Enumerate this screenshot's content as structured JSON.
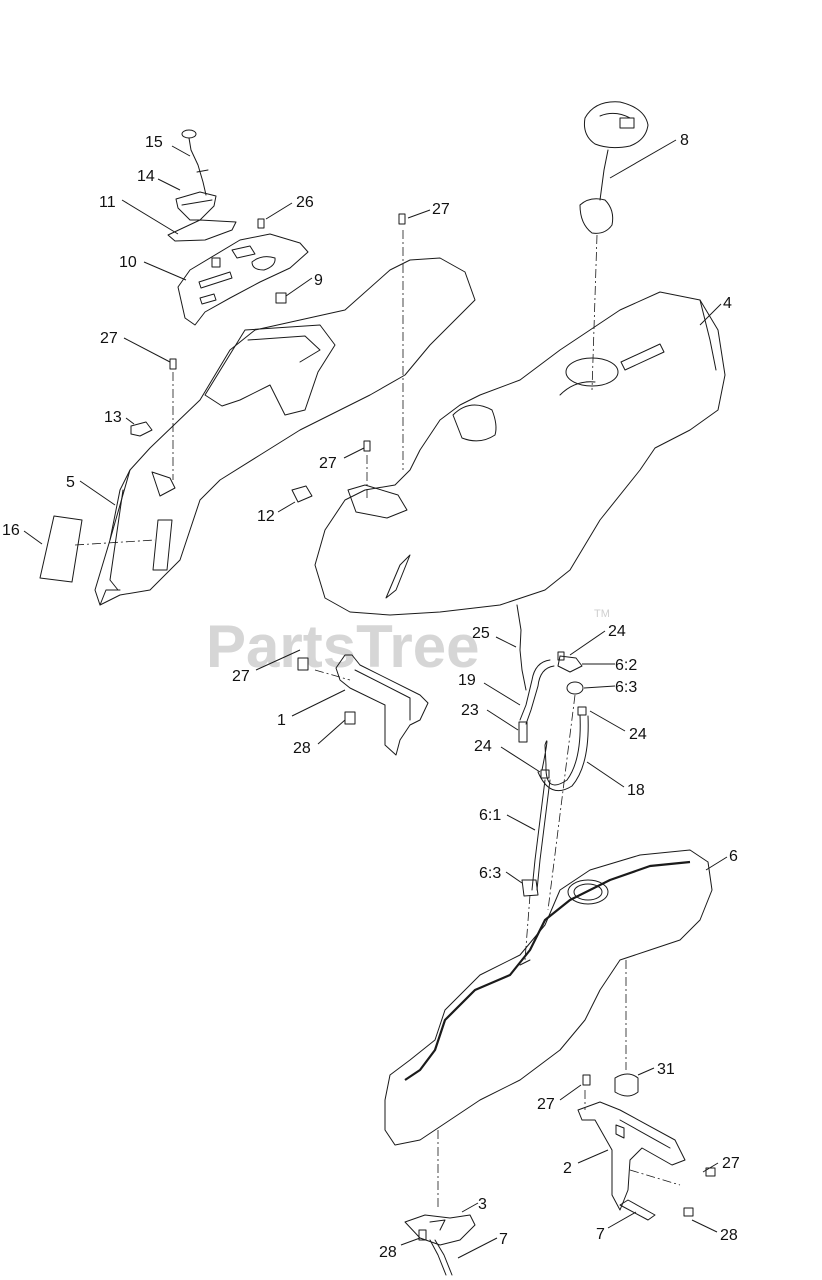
{
  "watermark": {
    "text": "PartsTree",
    "trademark": "TM"
  },
  "callouts": [
    {
      "id": "c15",
      "label": "15"
    },
    {
      "id": "c14",
      "label": "14"
    },
    {
      "id": "c11",
      "label": "11"
    },
    {
      "id": "c26",
      "label": "26"
    },
    {
      "id": "c10",
      "label": "10"
    },
    {
      "id": "c9",
      "label": "9"
    },
    {
      "id": "c27a",
      "label": "27"
    },
    {
      "id": "c27b",
      "label": "27"
    },
    {
      "id": "c8",
      "label": "8"
    },
    {
      "id": "c4",
      "label": "4"
    },
    {
      "id": "c13",
      "label": "13"
    },
    {
      "id": "c27c",
      "label": "27"
    },
    {
      "id": "c5",
      "label": "5"
    },
    {
      "id": "c16",
      "label": "16"
    },
    {
      "id": "c12",
      "label": "12"
    },
    {
      "id": "c27d",
      "label": "27"
    },
    {
      "id": "c1",
      "label": "1"
    },
    {
      "id": "c28a",
      "label": "28"
    },
    {
      "id": "c25",
      "label": "25"
    },
    {
      "id": "c24a",
      "label": "24"
    },
    {
      "id": "c62",
      "label": "6:2"
    },
    {
      "id": "c19",
      "label": "19"
    },
    {
      "id": "c63a",
      "label": "6:3"
    },
    {
      "id": "c23",
      "label": "23"
    },
    {
      "id": "c24b",
      "label": "24"
    },
    {
      "id": "c24c",
      "label": "24"
    },
    {
      "id": "c18",
      "label": "18"
    },
    {
      "id": "c61",
      "label": "6:1"
    },
    {
      "id": "c63b",
      "label": "6:3"
    },
    {
      "id": "c6",
      "label": "6"
    },
    {
      "id": "c31",
      "label": "31"
    },
    {
      "id": "c27e",
      "label": "27"
    },
    {
      "id": "c2",
      "label": "2"
    },
    {
      "id": "c27f",
      "label": "27"
    },
    {
      "id": "c3",
      "label": "3"
    },
    {
      "id": "c7a",
      "label": "7"
    },
    {
      "id": "c28b",
      "label": "28"
    },
    {
      "id": "c7b",
      "label": "7"
    },
    {
      "id": "c28c",
      "label": "28"
    }
  ]
}
